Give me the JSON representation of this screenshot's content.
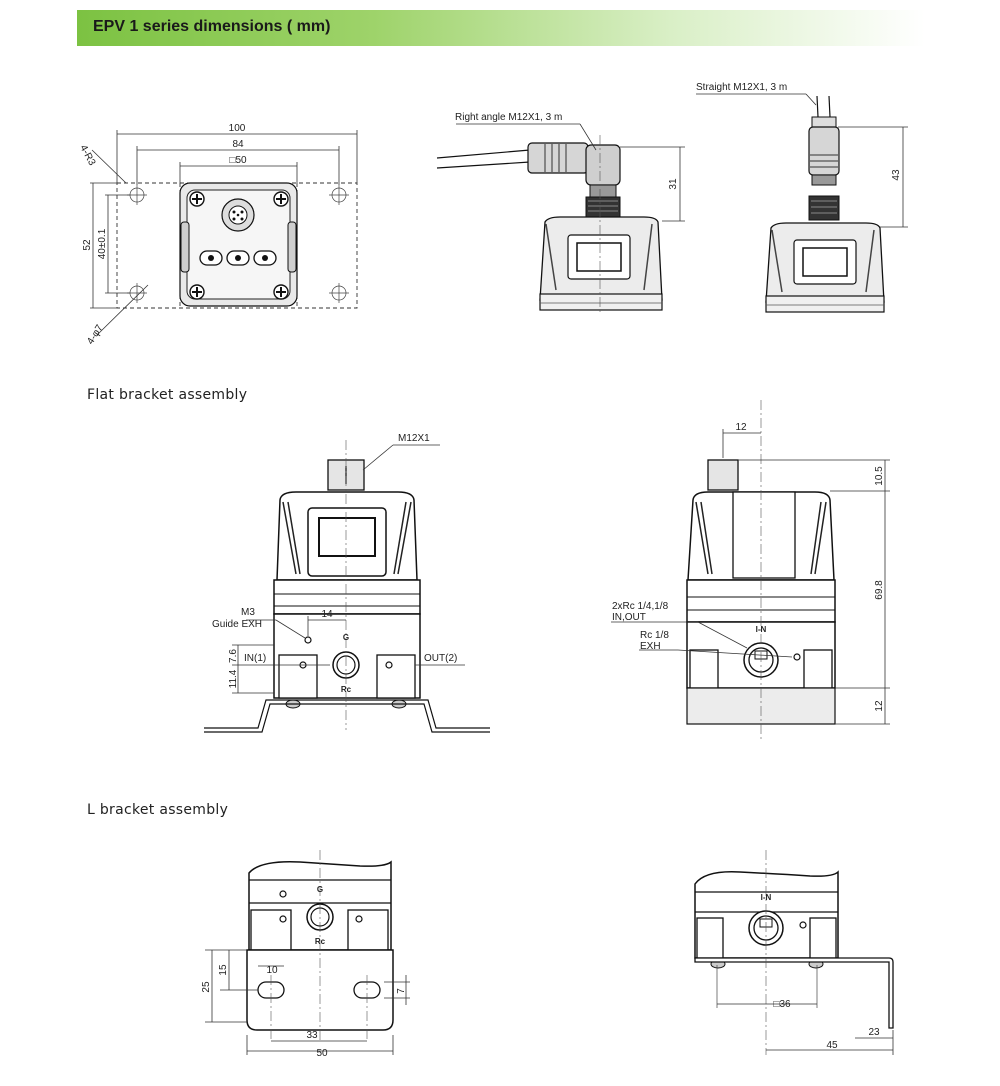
{
  "header": {
    "title": "EPV 1 series dimensions ( mm)"
  },
  "sections": {
    "flat": "Flat bracket assembly",
    "lbracket": "L bracket assembly"
  },
  "top_view": {
    "dim_100": "100",
    "dim_84": "84",
    "dim_50": "□50",
    "dim_52": "52",
    "dim_40": "40±0.1",
    "r3": "4-R3",
    "phi7": "4-φ7"
  },
  "connectors": {
    "right_angle": "Right angle M12X1, 3 m",
    "straight": "Straight M12X1, 3 m",
    "dim_31": "31",
    "dim_43": "43"
  },
  "flat_front": {
    "m12": "M12X1",
    "m3": "M3",
    "guide": "Guide EXH",
    "dim_14": "14",
    "in": "IN(1)",
    "out": "OUT(2)",
    "dim_76": "7.6",
    "dim_114": "11.4",
    "g": "G",
    "rc": "Rc"
  },
  "flat_side": {
    "dim_12top": "12",
    "dim_105": "10.5",
    "dim_698": "69.8",
    "dim_12": "12",
    "rc_ports": "2xRc 1/4,1/8",
    "in_out": "IN,OUT",
    "rc_exh": "Rc 1/8",
    "exh": "EXH",
    "in_mark": "I-N"
  },
  "l_front": {
    "g": "G",
    "rc": "Rc",
    "dim_25": "25",
    "dim_15": "15",
    "dim_10": "10",
    "dim_7": "7",
    "dim_33": "33",
    "dim_50": "50"
  },
  "l_side": {
    "in_mark": "I-N",
    "dim_36": "□36",
    "dim_23": "23",
    "dim_45": "45"
  }
}
